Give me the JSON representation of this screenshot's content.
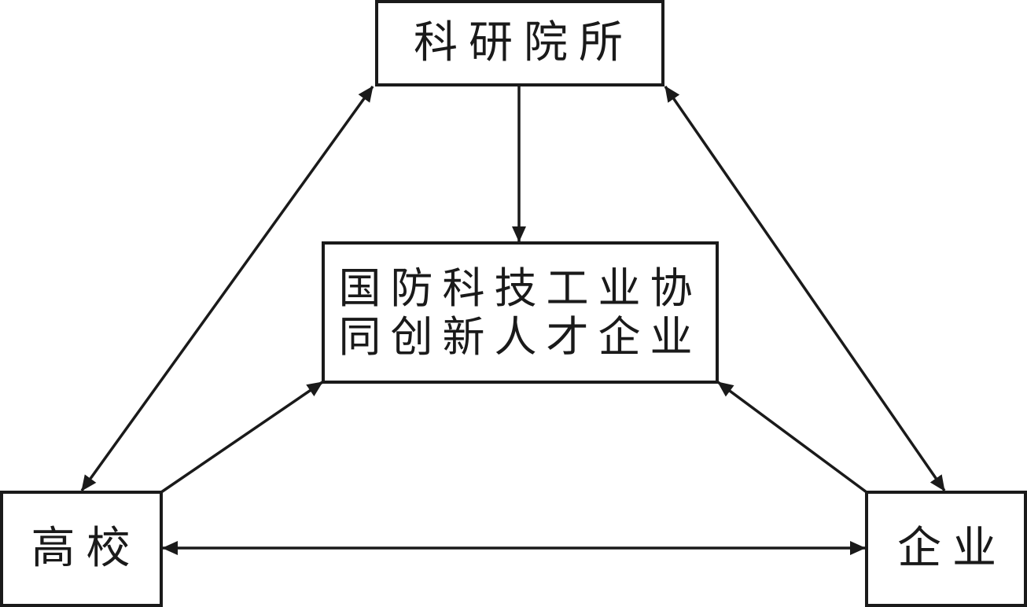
{
  "nodes": {
    "institutes": "科研院所",
    "center_line1": "国防科技工业协",
    "center_line2": "同创新人才企业",
    "universities": "高校",
    "enterprises": "企业"
  },
  "colors": {
    "stroke": "#1a1a1a",
    "background": "#ffffff"
  },
  "edges": [
    {
      "from": "institutes",
      "to": "center",
      "direction": "one-way"
    },
    {
      "from": "universities",
      "to": "center",
      "direction": "one-way"
    },
    {
      "from": "enterprises",
      "to": "center",
      "direction": "one-way"
    },
    {
      "from": "universities",
      "to": "institutes",
      "direction": "two-way"
    },
    {
      "from": "enterprises",
      "to": "institutes",
      "direction": "two-way"
    },
    {
      "from": "universities",
      "to": "enterprises",
      "direction": "two-way"
    }
  ]
}
